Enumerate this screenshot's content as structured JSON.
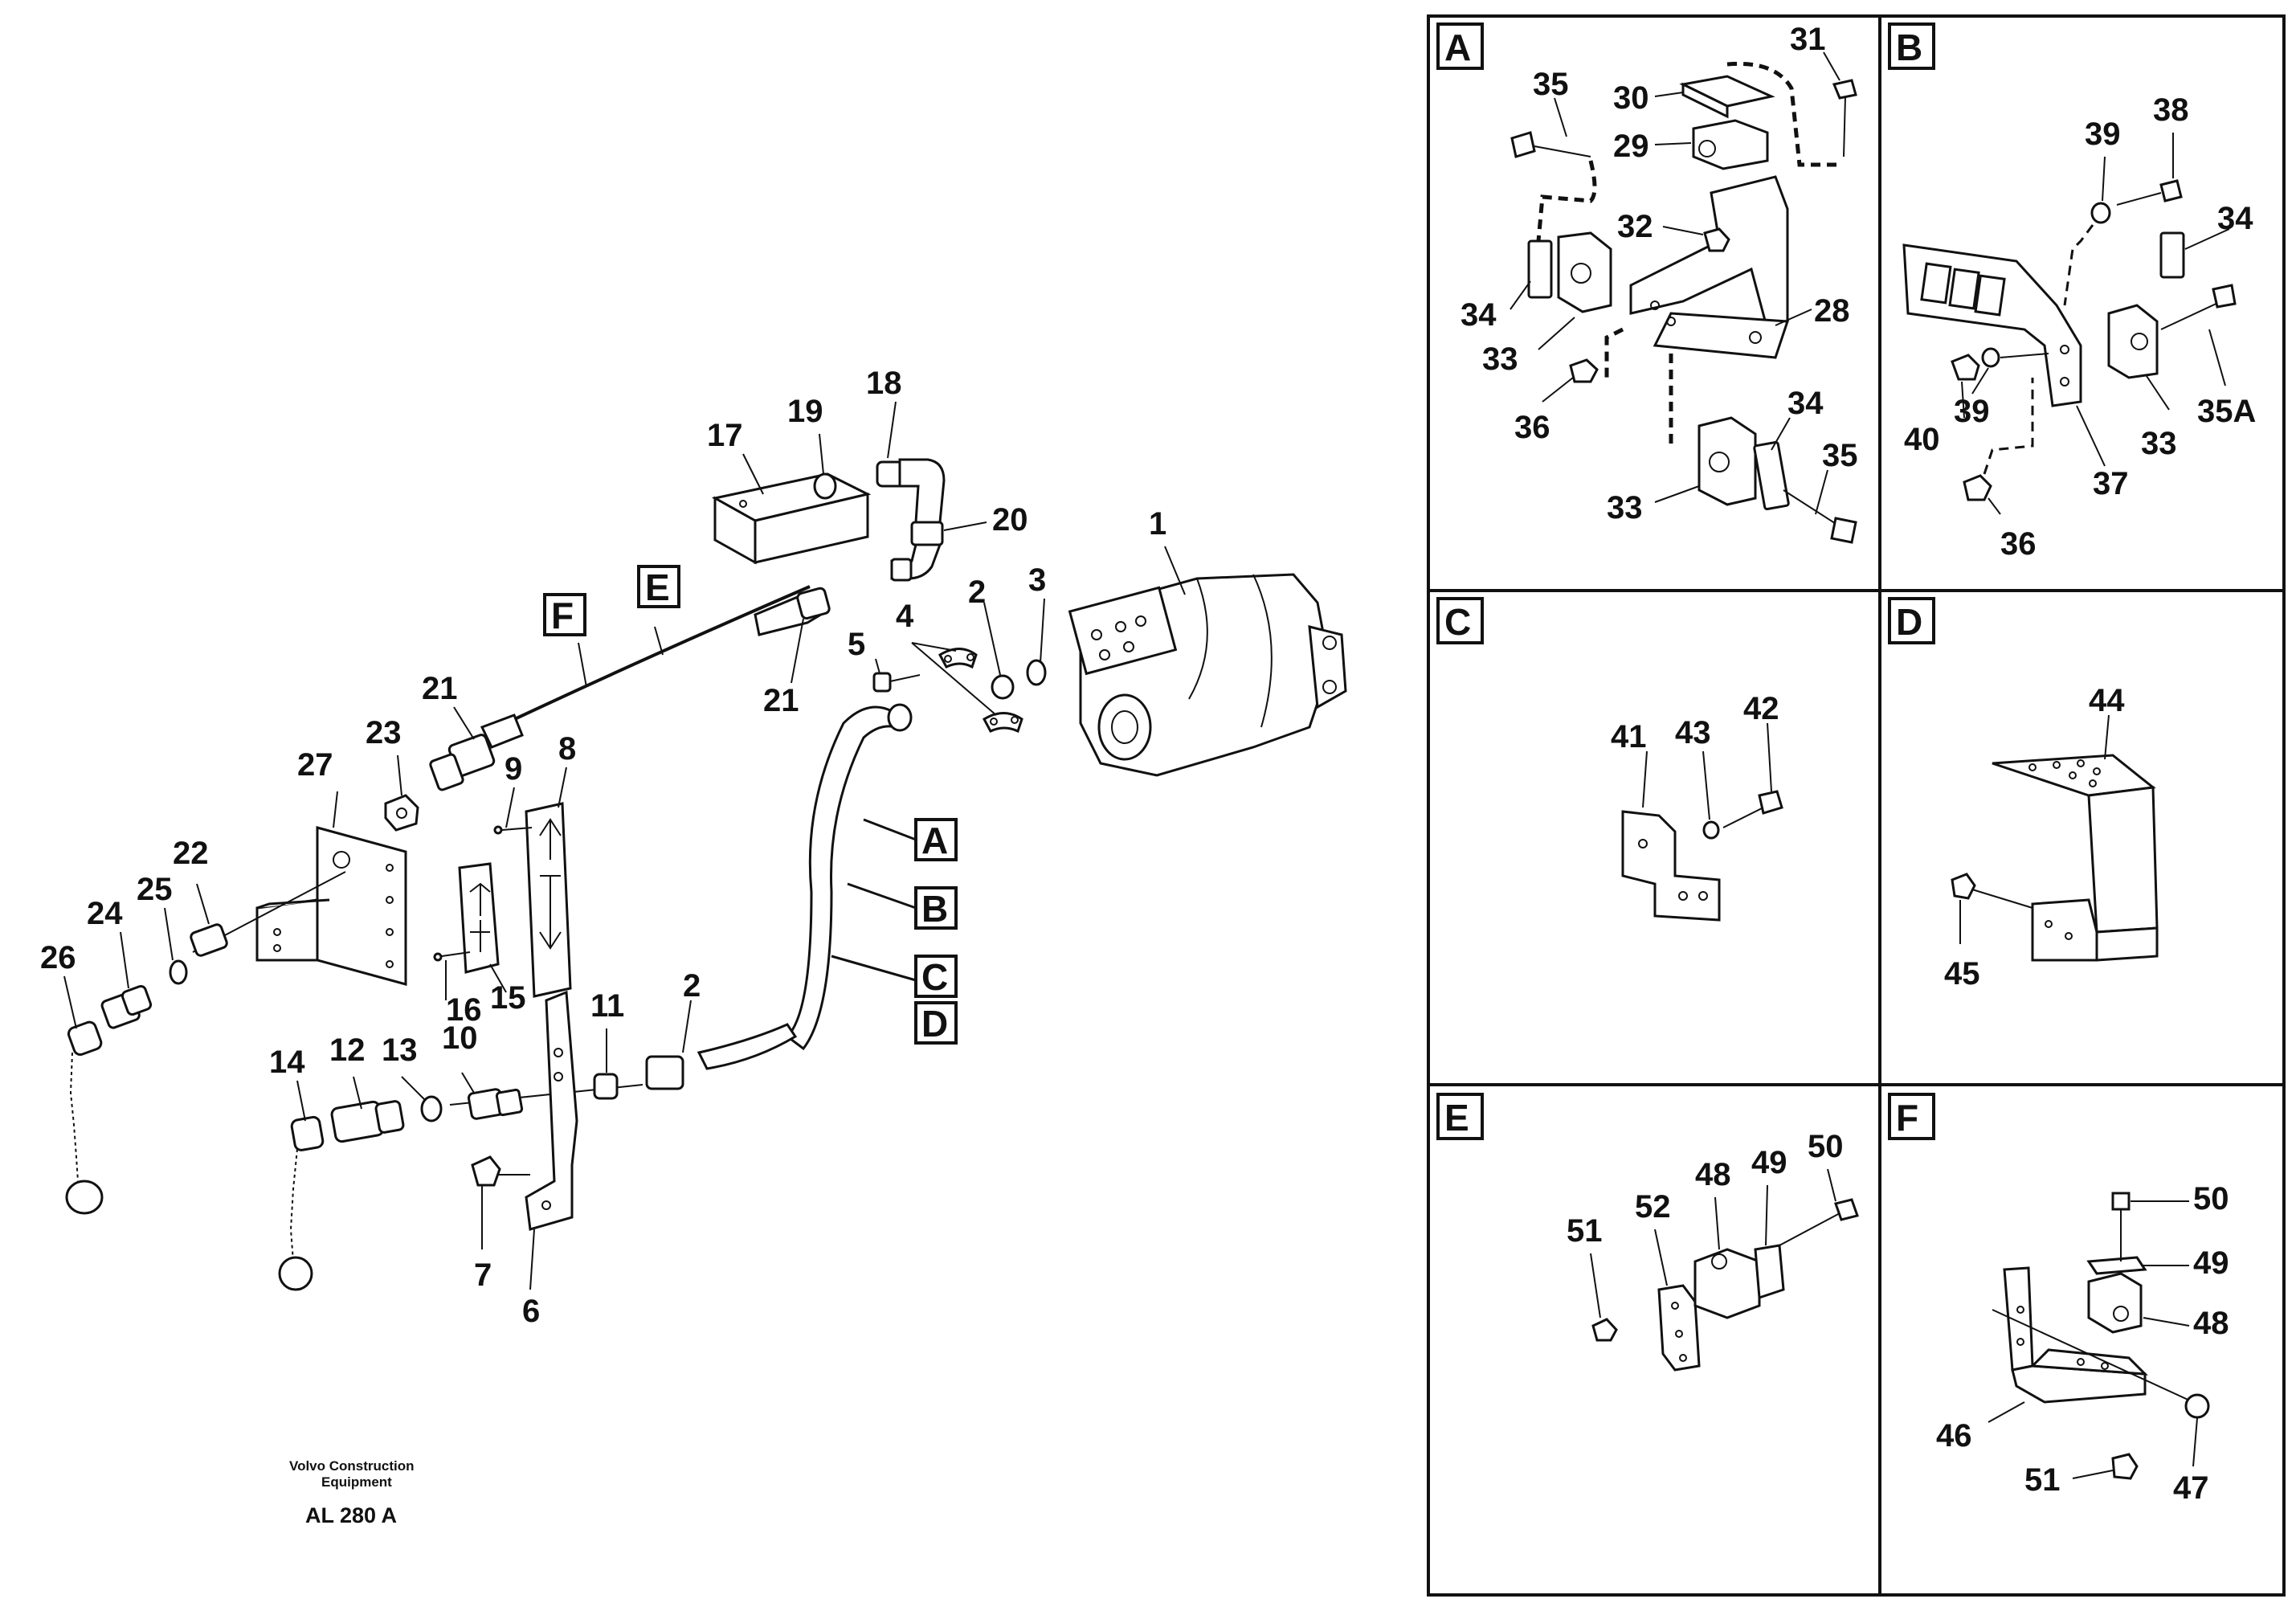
{
  "labels": {
    "p1": "1",
    "p2a": "2",
    "p2b": "2",
    "p3": "3",
    "p4": "4",
    "p5": "5",
    "p6": "6",
    "p7": "7",
    "p8": "8",
    "p9": "9",
    "p10": "10",
    "p11": "11",
    "p12": "12",
    "p13": "13",
    "p14": "14",
    "p15": "15",
    "p16": "16",
    "p17": "17",
    "p18": "18",
    "p19": "19",
    "p20": "20",
    "p21a": "21",
    "p21b": "21",
    "p22": "22",
    "p23": "23",
    "p24": "24",
    "p25": "25",
    "p26": "26",
    "p27": "27"
  },
  "callouts": {
    "A": "A",
    "B": "B",
    "C": "C",
    "D": "D",
    "E": "E",
    "F": "F"
  },
  "footer": {
    "company_line1": "Volvo Construction",
    "company_line2": "Equipment",
    "code": "AL 280 A"
  },
  "panels": {
    "A": {
      "title": "A",
      "labels": [
        "35",
        "30",
        "31",
        "29",
        "32",
        "34",
        "33",
        "28",
        "36",
        "34",
        "35",
        "33"
      ]
    },
    "B": {
      "title": "B",
      "labels": [
        "39",
        "38",
        "34",
        "40",
        "39",
        "33",
        "35A",
        "37",
        "36"
      ]
    },
    "C": {
      "title": "C",
      "labels": [
        "41",
        "43",
        "42"
      ]
    },
    "D": {
      "title": "D",
      "labels": [
        "44",
        "45"
      ]
    },
    "E": {
      "title": "E",
      "labels": [
        "51",
        "52",
        "48",
        "49",
        "50"
      ]
    },
    "F": {
      "title": "F",
      "labels": [
        "50",
        "49",
        "48",
        "46",
        "47",
        "51"
      ]
    }
  }
}
